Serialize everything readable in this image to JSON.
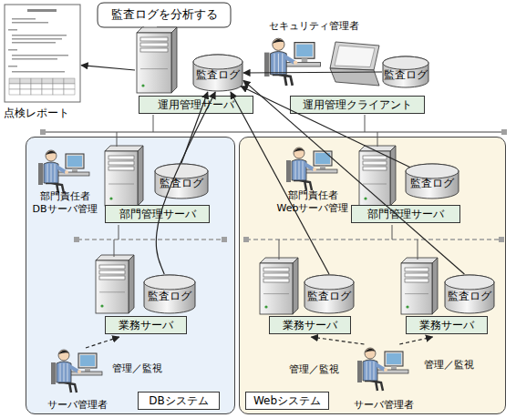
{
  "diagram": {
    "nodes": [
      {
        "text": [
          "点検レポート"
        ]
      },
      {
        "text": [
          "監査ログを分析する"
        ]
      },
      {
        "text": [
          "運用管理サーバ"
        ]
      },
      {
        "text": [
          "監査ログ"
        ],
        "in": 2
      },
      {
        "text": [
          "セキュリティ管理者"
        ]
      },
      {
        "text": [
          "運用管理クライアント"
        ]
      },
      {
        "text": [
          "監査ログ"
        ],
        "in": 5
      },
      {
        "text": [
          "DBシステム"
        ]
      },
      {
        "text": [
          "部門責任者 DBサーバ管理"
        ],
        "in": 7
      },
      {
        "text": [
          "部門管理サーバ"
        ],
        "in": 7
      },
      {
        "text": [
          "監査ログ"
        ],
        "in": 9
      },
      {
        "text": [
          "業務サーバ"
        ],
        "in": 7
      },
      {
        "text": [
          "監査ログ"
        ],
        "in": 11
      },
      {
        "text": [
          "サーバ管理者"
        ],
        "in": 7
      },
      {
        "text": [
          "Webシステム"
        ]
      },
      {
        "text": [
          "部門責任者 Webサーバ管理"
        ],
        "in": 14
      },
      {
        "text": [
          "部門管理サーバ"
        ],
        "in": 14
      },
      {
        "text": [
          "監査ログ"
        ],
        "in": 16
      },
      {
        "text": [
          "業務サーバ"
        ],
        "in": 14
      },
      {
        "text": [
          "監査ログ"
        ],
        "in": 18
      },
      {
        "text": [
          "業務サーバ"
        ],
        "in": 14
      },
      {
        "text": [
          "監査ログ"
        ],
        "in": 20
      },
      {
        "text": [
          "サーバ管理者"
        ],
        "in": 14
      }
    ],
    "edges": [
      {
        "from": 2,
        "to": 0,
        "arrow": "to"
      },
      {
        "from": 6,
        "to": 3,
        "arrow": "to"
      },
      {
        "from": 10,
        "to": 3,
        "arrow": "to"
      },
      {
        "from": 12,
        "to": 3,
        "arrow": "to"
      },
      {
        "from": 17,
        "to": 3,
        "arrow": "to"
      },
      {
        "from": 19,
        "to": 3,
        "arrow": "to"
      },
      {
        "from": 21,
        "to": 3,
        "arrow": "to"
      },
      {
        "from": 13,
        "to": 11,
        "label": "管理／監視",
        "arrow": "to"
      },
      {
        "from": 22,
        "to": 18,
        "label": "管理／監視",
        "arrow": "to"
      },
      {
        "from": 22,
        "to": 20,
        "label": "管理／監視",
        "arrow": "to"
      }
    ]
  }
}
